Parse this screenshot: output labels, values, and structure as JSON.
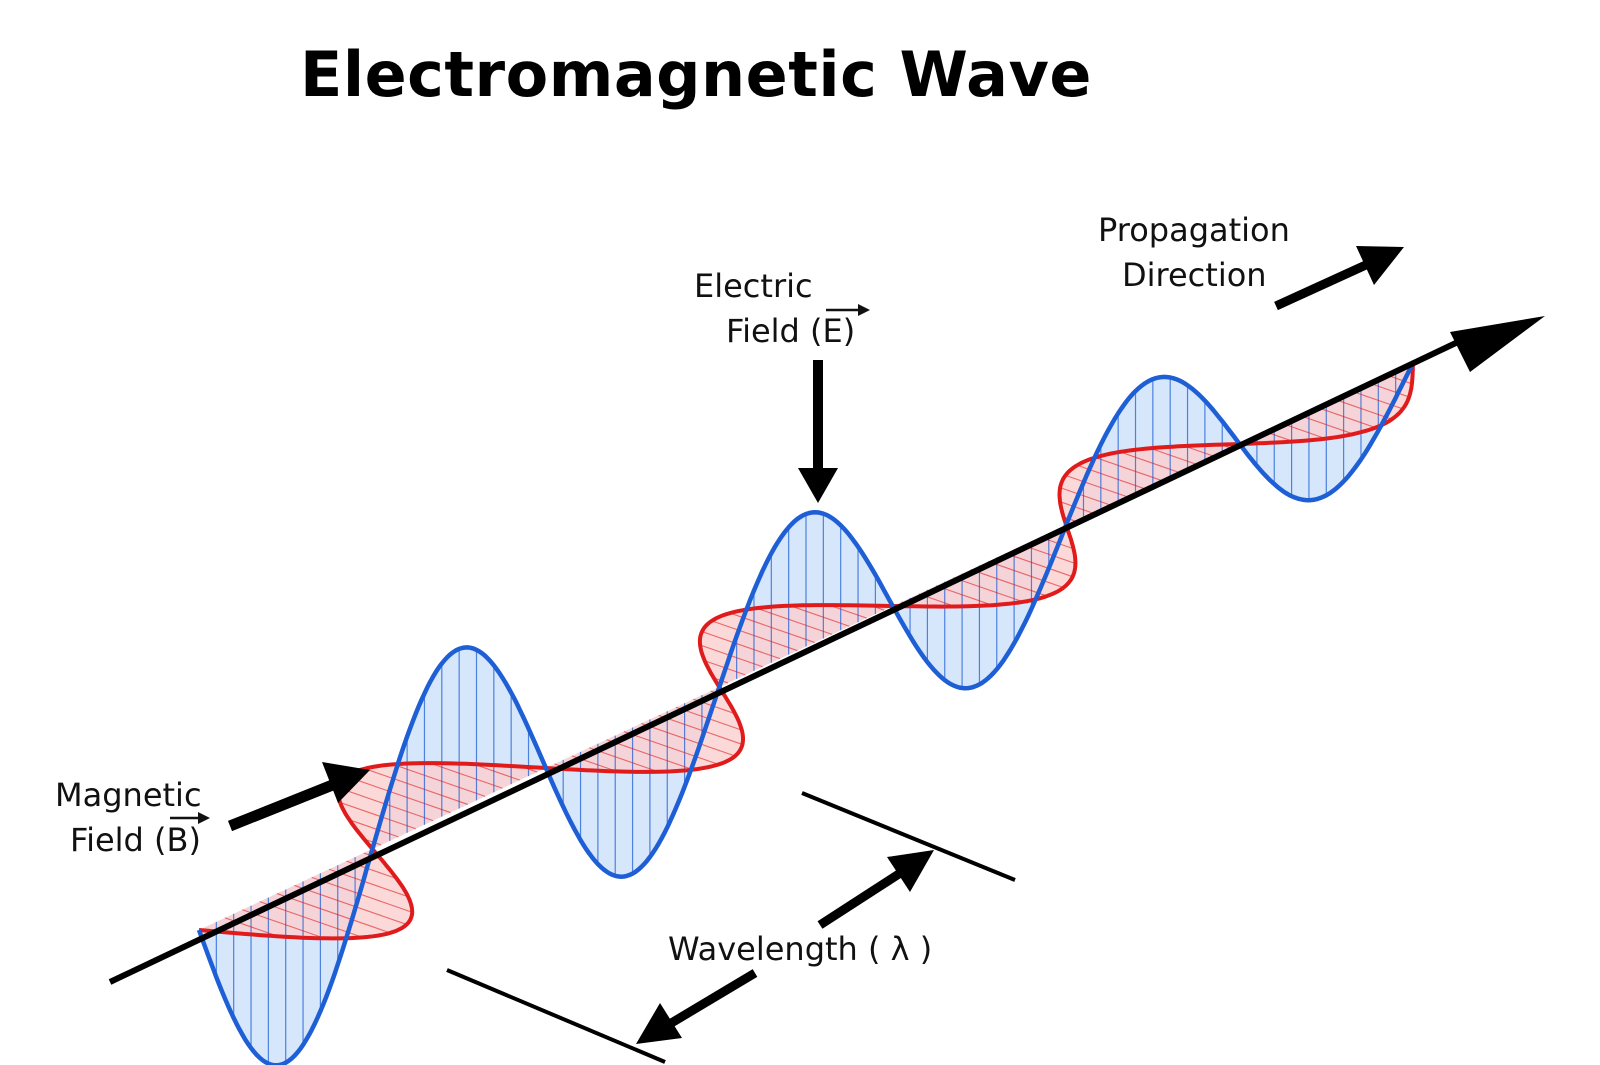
{
  "title": "Electromagnetic Wave",
  "labels": {
    "propagation_line1": "Propagation",
    "propagation_line2": "Direction",
    "electric_line1": "Electric",
    "electric_line2": "Field (E)",
    "magnetic_line1": "Magnetic",
    "magnetic_line2": "Field (B)",
    "wavelength": "Wavelength ( λ )"
  },
  "colors": {
    "electric_wave": "#1f5fd6",
    "electric_fill": "#cfe3fb",
    "magnetic_wave": "#e01b1b",
    "magnetic_fill": "#fbd0d0",
    "axis": "#000000"
  },
  "icons": {
    "axis_arrow": "arrow-head-icon",
    "pointer": "pointer-arrow-icon",
    "vector": "vector-overbar-icon"
  }
}
